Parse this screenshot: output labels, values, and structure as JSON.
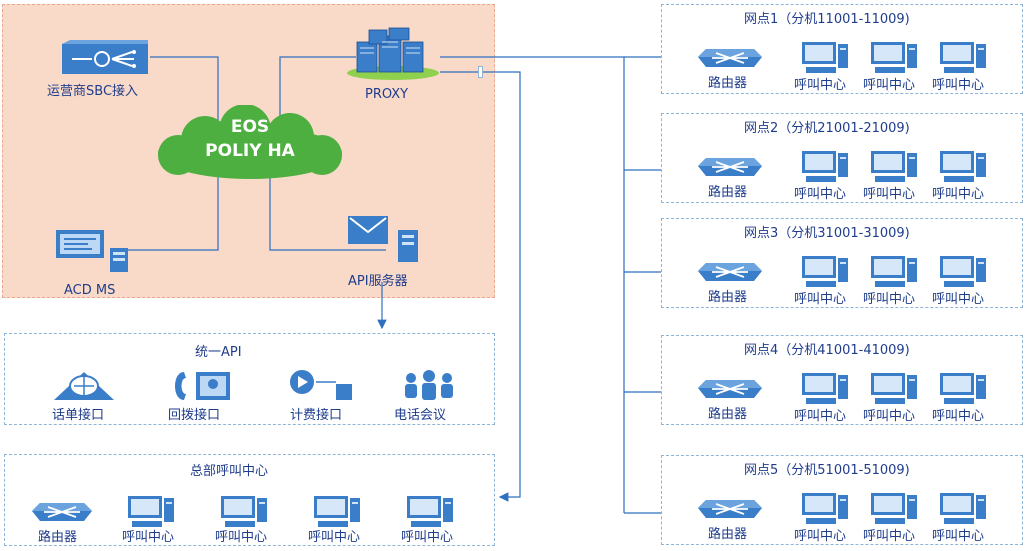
{
  "core": {
    "cloud_line1": "EOS",
    "cloud_line2": "POLIY HA",
    "sbc_label": "运营商SBC接入",
    "proxy_label": "PROXY",
    "acd_label": "ACD MS",
    "api_server_label": "API服务器"
  },
  "api": {
    "title": "统一API",
    "items": [
      "话单接口",
      "回拨接口",
      "计费接口",
      "电话会议"
    ]
  },
  "hq": {
    "title": "总部呼叫中心",
    "router_label": "路由器",
    "pc_label": "呼叫中心"
  },
  "branches": [
    {
      "title": "网点1（分机11001-11009)",
      "router_label": "路由器",
      "pcs": [
        "呼叫中心",
        "呼叫中心",
        "呼叫中心"
      ]
    },
    {
      "title": "网点2（分机21001-21009)",
      "router_label": "路由器",
      "pcs": [
        "呼叫中心",
        "呼叫中心",
        "呼叫中心"
      ]
    },
    {
      "title": "网点3（分机31001-31009)",
      "router_label": "路由器",
      "pcs": [
        "呼叫中心",
        "呼叫中心",
        "呼叫中心"
      ]
    },
    {
      "title": "网点4（分机41001-41009)",
      "router_label": "路由器",
      "pcs": [
        "呼叫中心",
        "呼叫中心",
        "呼叫中心"
      ]
    },
    {
      "title": "网点5（分机51001-51009)",
      "router_label": "路由器",
      "pcs": [
        "呼叫中心",
        "呼叫中心",
        "呼叫中心"
      ]
    }
  ],
  "colors": {
    "line": "#2e6fc0",
    "cloud": "#4caf3f",
    "core_panel": "#f9d9c8"
  }
}
